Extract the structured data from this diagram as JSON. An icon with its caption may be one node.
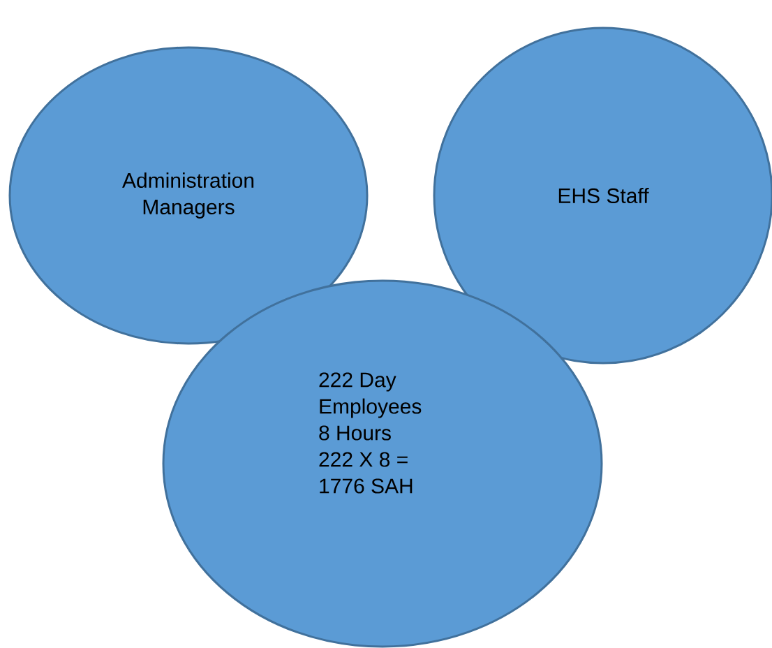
{
  "diagram": {
    "nodes": [
      {
        "text": [
          "Administration Managers"
        ]
      },
      {
        "text": [
          "EHS Staff"
        ]
      },
      {
        "text": [
          "222 Day Employees",
          "8 Hours",
          "222 X 8 = 1776 SAH"
        ]
      }
    ]
  }
}
